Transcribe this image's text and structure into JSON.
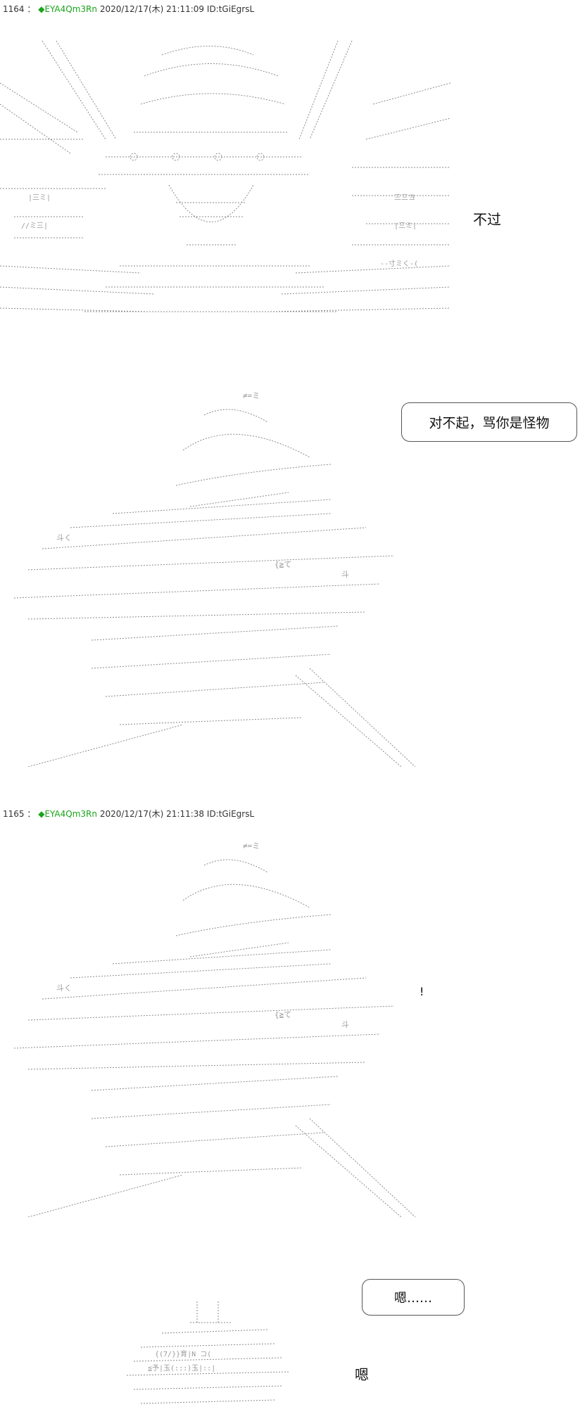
{
  "posts": [
    {
      "number": "1164",
      "separator": "：",
      "trip_mark": "◆",
      "trip": "EYA4Qm3Rn",
      "datetime": "2020/12/17(木) 21:11:09",
      "id": "ID:tGiEgrsL",
      "lines": [
        "不过"
      ],
      "bubble": "对不起，骂你是怪物"
    },
    {
      "number": "1165",
      "separator": "：",
      "trip_mark": "◆",
      "trip": "EYA4Qm3Rn",
      "datetime": "2020/12/17(木) 21:11:38",
      "id": "ID:tGiEgrsL",
      "exclaim": "!",
      "bubble": "嗯……",
      "lines": [
        "嗯"
      ]
    }
  ],
  "colors": {
    "trip": "#1aa31a",
    "art": "#8a8a8a",
    "text": "#111111"
  }
}
